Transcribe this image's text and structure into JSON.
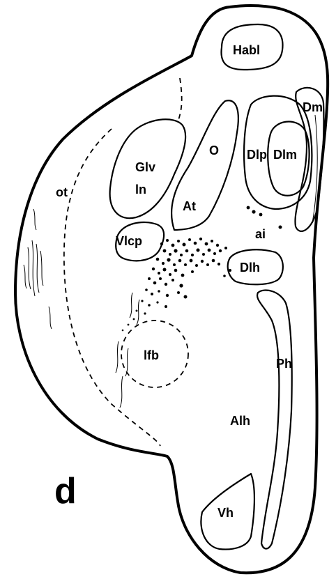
{
  "panel_letter": "d",
  "labels": {
    "habl": "Habl",
    "dm": "Dm",
    "dlp": "Dlp",
    "dlm": "Dlm",
    "o": "O",
    "glv": "Glv",
    "ln": "ln",
    "ot": "ot",
    "at": "At",
    "ai": "ai",
    "vlcp": "Vlcp",
    "dlh": "Dlh",
    "lfb": "lfb",
    "ph": "Ph",
    "alh": "Alh",
    "vh": "Vh"
  }
}
